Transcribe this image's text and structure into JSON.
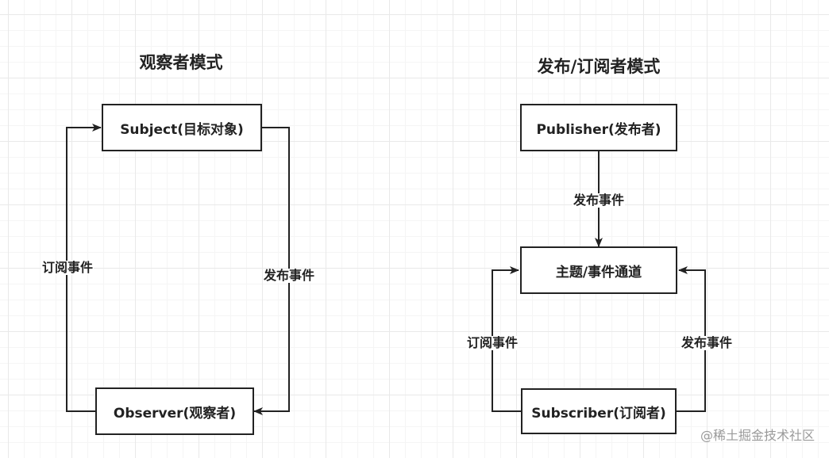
{
  "observer_pattern": {
    "title": "观察者模式",
    "subject": "Subject(目标对象)",
    "observer": "Observer(观察者)",
    "subscribe_edge": "订阅事件",
    "publish_edge": "发布事件"
  },
  "pubsub_pattern": {
    "title": "发布/订阅者模式",
    "publisher": "Publisher(发布者)",
    "channel": "主题/事件通道",
    "subscriber": "Subscriber(订阅者)",
    "publish_edge": "发布事件",
    "subscribe_edge": "订阅事件",
    "subscriber_publish_edge": "发布事件"
  },
  "watermark": "@稀土掘金技术社区",
  "colors": {
    "stroke": "#222222",
    "background": "#ffffff",
    "grid": "#e9e9e9",
    "watermark": "#9a9a9a"
  }
}
